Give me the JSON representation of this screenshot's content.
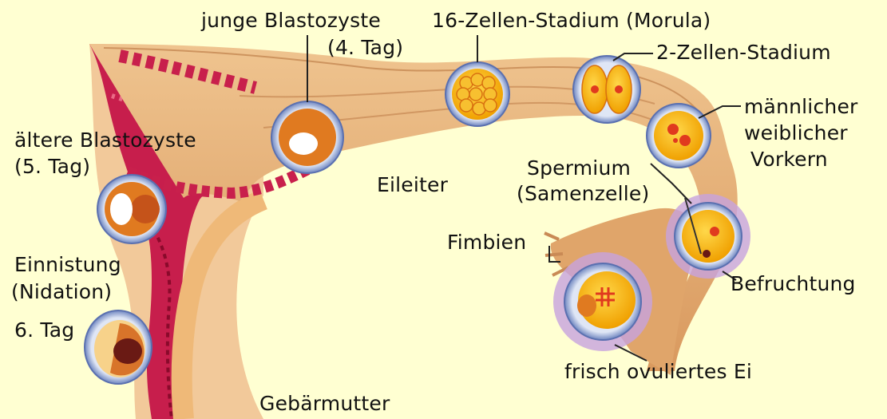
{
  "labels": {
    "junge_blastozyste": "junge Blastozyste",
    "tag4": "(4. Tag)",
    "morula": "16-Zellen-Stadium (Morula)",
    "zwei_zellen": "2-Zellen-Stadium",
    "maennlicher": "männlicher",
    "weiblicher": "weiblicher",
    "vorkern": "Vorkern",
    "aeltere_blastozyste": "ältere Blastozyste",
    "tag5": "(5. Tag)",
    "eileiter": "Eileiter",
    "spermium": "Spermium",
    "samenzelle": "(Samenzelle)",
    "fimbien": "Fimbien",
    "einnistung": "Einnistung",
    "nidation": "(Nidation)",
    "tag6": "6. Tag",
    "befruchtung": "Befruchtung",
    "frisch_ei": "frisch ovuliertes Ei",
    "gebaermutter": "Gebärmutter"
  },
  "colors": {
    "background": "#ffffd2",
    "tube_wall": "#e8b078",
    "tube_dark": "#c98a55",
    "mucosa": "#c41e4a",
    "uterus_pink": "#e8a0a8",
    "cell_outer": "#7f93c8",
    "cell_yolk": "#f6b400",
    "cell_dots": "#e03a1e",
    "corona": "#b38fd0"
  }
}
